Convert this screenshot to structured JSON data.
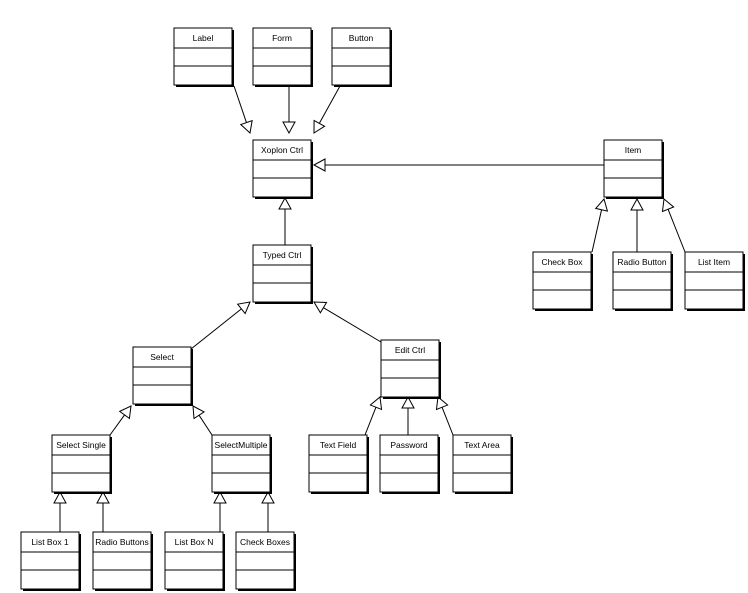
{
  "diagram": {
    "type": "uml-class-hierarchy",
    "classes": [
      {
        "id": "label",
        "name": "Label"
      },
      {
        "id": "form",
        "name": "Form"
      },
      {
        "id": "button",
        "name": "Button"
      },
      {
        "id": "xoplonctrl",
        "name": "Xoplon Ctrl"
      },
      {
        "id": "item",
        "name": "Item"
      },
      {
        "id": "typedctrl",
        "name": "Typed Ctrl"
      },
      {
        "id": "checkbox",
        "name": "Check Box"
      },
      {
        "id": "radiobutton",
        "name": "Radio Button"
      },
      {
        "id": "listitem",
        "name": "List Item"
      },
      {
        "id": "select",
        "name": "Select"
      },
      {
        "id": "editctrl",
        "name": "Edit Ctrl"
      },
      {
        "id": "selectsingle",
        "name": "Select Single"
      },
      {
        "id": "selectmultiple",
        "name": "SelectMultiple"
      },
      {
        "id": "textfield",
        "name": "Text Field"
      },
      {
        "id": "password",
        "name": "Password"
      },
      {
        "id": "textarea",
        "name": "Text Area"
      },
      {
        "id": "listbox1",
        "name": "List Box 1"
      },
      {
        "id": "radiobuttons",
        "name": "Radio Buttons"
      },
      {
        "id": "listboxn",
        "name": "List Box N"
      },
      {
        "id": "checkboxes",
        "name": "Check Boxes"
      }
    ],
    "inheritance": [
      {
        "child": "label",
        "parent": "xoplonctrl"
      },
      {
        "child": "form",
        "parent": "xoplonctrl"
      },
      {
        "child": "button",
        "parent": "xoplonctrl"
      },
      {
        "child": "item",
        "parent": "xoplonctrl"
      },
      {
        "child": "typedctrl",
        "parent": "xoplonctrl"
      },
      {
        "child": "checkbox",
        "parent": "item"
      },
      {
        "child": "radiobutton",
        "parent": "item"
      },
      {
        "child": "listitem",
        "parent": "item"
      },
      {
        "child": "select",
        "parent": "typedctrl"
      },
      {
        "child": "editctrl",
        "parent": "typedctrl"
      },
      {
        "child": "selectsingle",
        "parent": "select"
      },
      {
        "child": "selectmultiple",
        "parent": "select"
      },
      {
        "child": "textfield",
        "parent": "editctrl"
      },
      {
        "child": "password",
        "parent": "editctrl"
      },
      {
        "child": "textarea",
        "parent": "editctrl"
      },
      {
        "child": "listbox1",
        "parent": "selectsingle"
      },
      {
        "child": "radiobuttons",
        "parent": "selectsingle"
      },
      {
        "child": "listboxn",
        "parent": "selectmultiple"
      },
      {
        "child": "checkboxes",
        "parent": "selectmultiple"
      }
    ]
  }
}
